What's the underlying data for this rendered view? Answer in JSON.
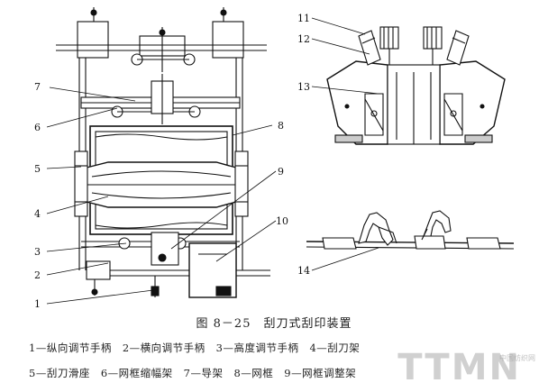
{
  "callouts": {
    "c1": "1",
    "c2": "2",
    "c3": "3",
    "c4": "4",
    "c5": "5",
    "c6": "6",
    "c7": "7",
    "c8": "8",
    "c9": "9",
    "c10": "10",
    "c11": "11",
    "c12": "12",
    "c13": "13",
    "c14": "14"
  },
  "caption": "图 8－25　刮刀式刮印装置",
  "legend_line1": "1—纵向调节手柄　2—横向调节手柄　3—高度调节手柄　4—刮刀架",
  "legend_line2": "5—刮刀滑座　6—网框缩幅架　7—导架　8—网框　9—网框调整架",
  "watermark": "TTMN",
  "watermark_sub": "中国纺织网"
}
